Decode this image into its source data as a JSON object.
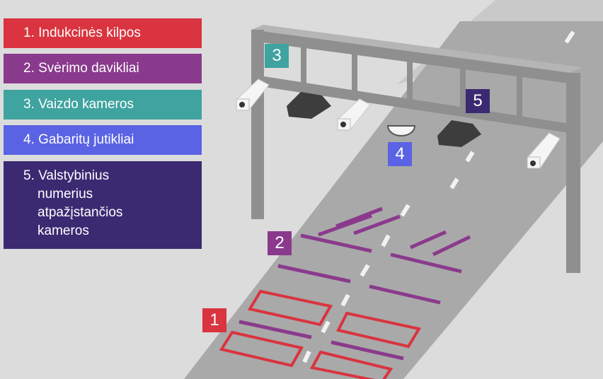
{
  "legend": [
    {
      "label": "1. Indukcinės kilpos",
      "color": "#d9343f"
    },
    {
      "label": "2. Svėrimo davikliai",
      "color": "#8a3a8c"
    },
    {
      "label": "3. Vaizdo kameros",
      "color": "#3fa3a0"
    },
    {
      "label": "4. Gabaritų jutikliai",
      "color": "#5a63e3"
    },
    {
      "label": "5. Valstybinius numerius atpažįstančios kameros",
      "color": "#3b2a72",
      "lines": [
        "5. Valstybinius",
        "numerius",
        "atpažįstančios",
        "kameros"
      ]
    }
  ],
  "badges": {
    "one": "1",
    "two": "2",
    "three": "3",
    "four": "4",
    "five": "5"
  }
}
